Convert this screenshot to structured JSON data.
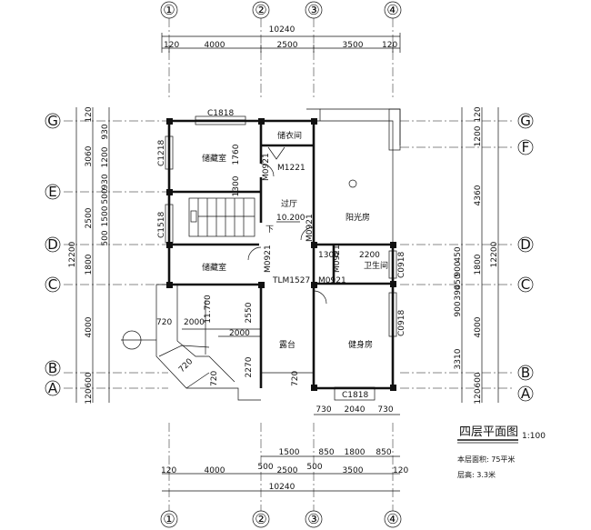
{
  "title": "四层平面图",
  "scale": "1:100",
  "notes": [
    "本层面积: 75平米",
    "层高: 3.3米"
  ],
  "axes_columns": [
    "①",
    "②",
    "③",
    "④"
  ],
  "axes_rows": [
    "G",
    "F",
    "E",
    "D",
    "C",
    "B",
    "A"
  ],
  "top_total": "10240",
  "top_segments": [
    "120",
    "4000",
    "2500",
    "3500",
    "120"
  ],
  "bottom_total": "10240",
  "bottom_segments": [
    "120",
    "4000",
    "500",
    "2500",
    "500",
    "3500",
    "120"
  ],
  "bottom_sub": [
    "1500",
    "850",
    "1800",
    "850"
  ],
  "bottom_window_dims": [
    "730",
    "2040",
    "730"
  ],
  "left_total": "12200",
  "left_outer": [
    "120",
    "3060",
    "2500",
    "1800",
    "4000",
    "600",
    "120"
  ],
  "left_inner": [
    "930",
    "1200",
    "930",
    "500",
    "1500",
    "500"
  ],
  "right_total": "12200",
  "right_outer": [
    "120",
    "1200",
    "4360",
    "1800",
    "4000",
    "600",
    "120"
  ],
  "right_inner": [
    "450",
    "900",
    "450",
    "390",
    "900",
    "3310"
  ],
  "rooms": {
    "storage1": "储藏室",
    "storage2": "储藏室",
    "closet": "储衣间",
    "hall": "过厅",
    "hall_level": "10.200",
    "sunroom": "阳光房",
    "bath": "卫生间",
    "terrace": "露台",
    "gym": "健身房",
    "stair_down": "下"
  },
  "windows": [
    "C1818",
    "C1218",
    "C1518",
    "C0918",
    "C0918",
    "C1818"
  ],
  "doors": [
    "M1221",
    "M0921",
    "M0921",
    "M0921",
    "M0921",
    "M0921",
    "TLM1527"
  ],
  "misc_dims": [
    "1760",
    "1300",
    "1306",
    "2200",
    "11.700",
    "720",
    "2000",
    "2550",
    "2000",
    "2270",
    "720",
    "720",
    "720"
  ]
}
